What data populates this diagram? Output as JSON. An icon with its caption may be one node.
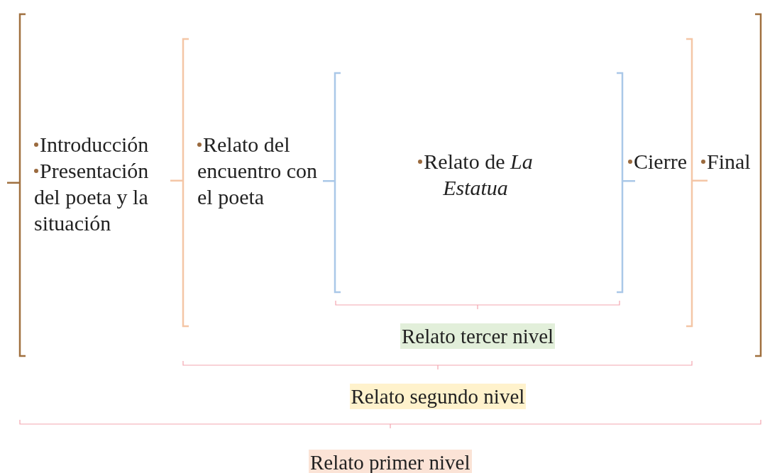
{
  "diagram": {
    "nodes": [
      {
        "text": [
          "Introducción",
          "Presentación del poeta y la situación",
          "Final"
        ]
      },
      {
        "text": [
          "Relato del encuentro con el poeta",
          "Cierre"
        ],
        "in": 0
      },
      {
        "text": [
          "Relato de *La Estatua*"
        ],
        "in": 1
      }
    ],
    "labels": [
      "Relato tercer nivel",
      "Relato segundo nivel",
      "Relato primer nivel"
    ]
  }
}
